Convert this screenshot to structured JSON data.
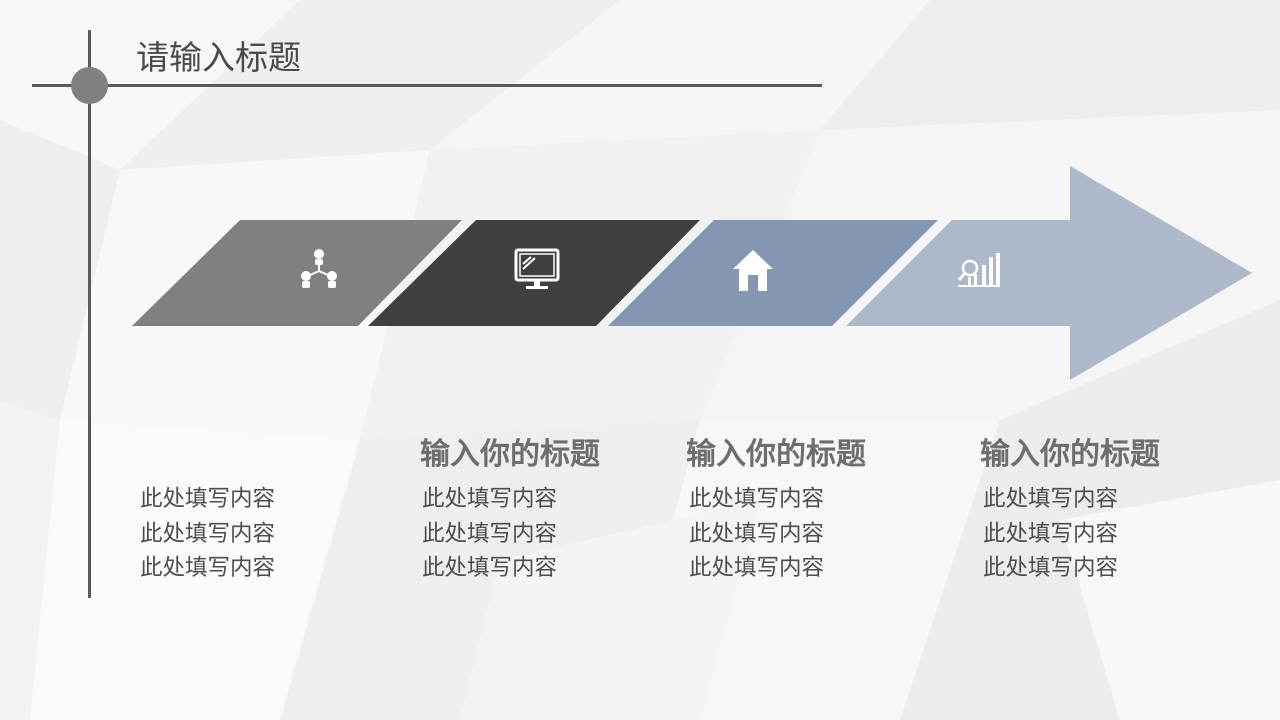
{
  "title": "请输入标题",
  "colors": {
    "step1": "#808080",
    "step2": "#404040",
    "step3": "#8496b0",
    "step4": "#adb9ca"
  },
  "steps": [
    {
      "icon": "network-users-icon",
      "heading": "",
      "lines": [
        "此处填写内容",
        "此处填写内容",
        "此处填写内容"
      ]
    },
    {
      "icon": "monitor-icon",
      "heading": "输入你的标题",
      "lines": [
        "此处填写内容",
        "此处填写内容",
        "此处填写内容"
      ]
    },
    {
      "icon": "home-icon",
      "heading": "输入你的标题",
      "lines": [
        "此处填写内容",
        "此处填写内容",
        "此处填写内容"
      ]
    },
    {
      "icon": "analytics-chart-icon",
      "heading": "输入你的标题",
      "lines": [
        "此处填写内容",
        "此处填写内容",
        "此处填写内容"
      ]
    }
  ]
}
